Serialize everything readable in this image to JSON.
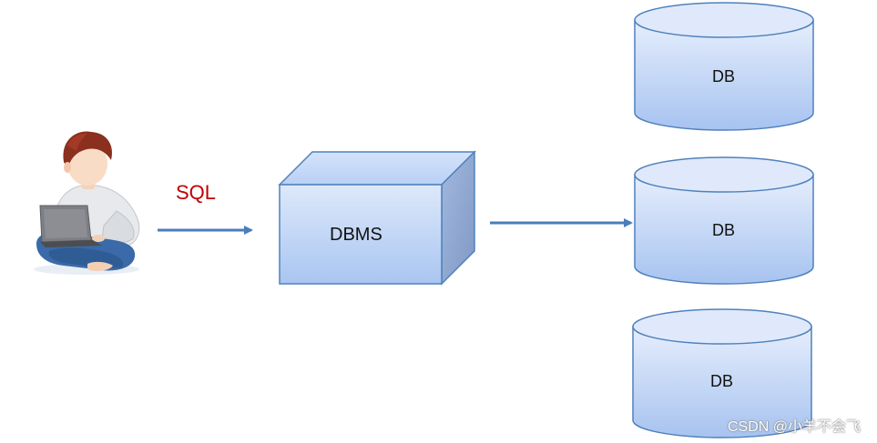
{
  "diagram": {
    "client": {
      "icon": "person-with-laptop-icon"
    },
    "arrow_client_to_dbms": {
      "label": "SQL"
    },
    "dbms": {
      "label": "DBMS"
    },
    "databases": [
      {
        "label": "DB"
      },
      {
        "label": "DB"
      },
      {
        "label": "DB"
      }
    ]
  },
  "colors": {
    "box_fill_top": "#dce8fb",
    "box_fill_bottom": "#a9c5f1",
    "stroke": "#4f81bd",
    "arrow": "#4a7ebb",
    "sql_label": "#c00000"
  },
  "watermark": {
    "text": "CSDN @小羊不会飞"
  }
}
